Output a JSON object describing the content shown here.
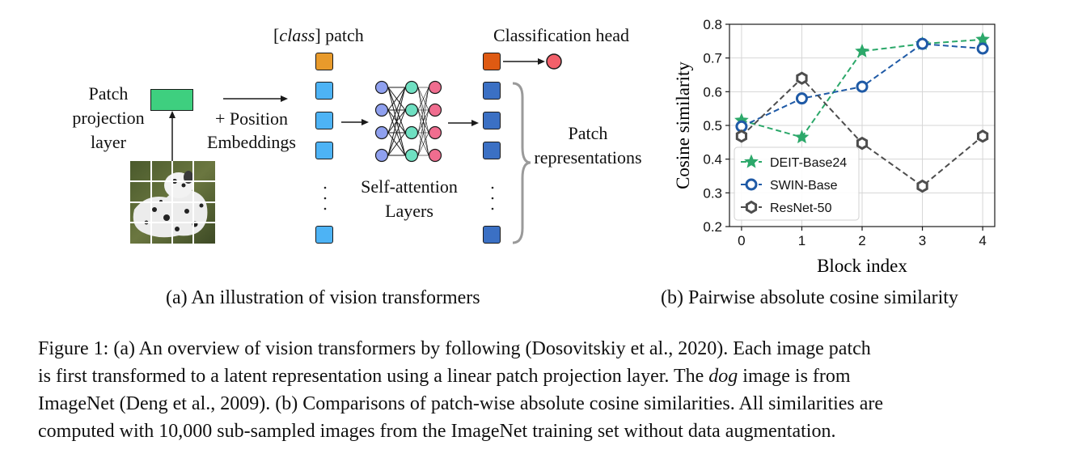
{
  "diagram": {
    "patch_projection_label": [
      "Patch",
      "projection",
      "layer"
    ],
    "position_embeddings_label": [
      "+ Position",
      "Embeddings"
    ],
    "class_patch_italic": "class",
    "class_patch_rest": "] patch",
    "class_patch_open": "[",
    "self_attention_label": [
      "Self-attention",
      "Layers"
    ],
    "classification_head_label": "Classification head",
    "patch_repr_label": [
      "Patch",
      "representations"
    ],
    "colors": {
      "projection": "#3ecf7f",
      "class_token": "#e89a2b",
      "input_patch": "#4db3f5",
      "output_patch": "#3b70c4",
      "head_token": "#de5a12",
      "head_circle": "#f2606a",
      "node_blue": "#8fa0ef",
      "node_green": "#6fe0c2",
      "node_pink": "#f06d8f"
    }
  },
  "subcaptions": {
    "a": "(a) An illustration of vision transformers",
    "b": "(b) Pairwise absolute cosine similarity"
  },
  "figure_caption": {
    "line1_a": "Figure 1: (a) An overview of vision transformers by following (Dosovitskiy et al., 2020). Each image patch",
    "line2_a": "is first transformed to a latent representation using a linear patch projection layer. The ",
    "line2_italic": "dog",
    "line2_b": " image is from",
    "line3": "ImageNet (Deng et al., 2009). (b) Comparisons of patch-wise absolute cosine similarities. All similarities are",
    "line4": "computed with 10,000 sub-sampled images from the ImageNet training set without data augmentation."
  },
  "chart_data": {
    "type": "line",
    "xlabel": "Block index",
    "ylabel": "Cosine similarity",
    "x": [
      0,
      1,
      2,
      3,
      4
    ],
    "xlim": [
      -0.2,
      4.2
    ],
    "ylim": [
      0.2,
      0.8
    ],
    "yticks": [
      "0.2",
      "0.3",
      "0.4",
      "0.5",
      "0.6",
      "0.7",
      "0.8"
    ],
    "xticks": [
      "0",
      "1",
      "2",
      "3",
      "4"
    ],
    "grid": true,
    "legend_position": "lower-left",
    "series": [
      {
        "name": "DEIT-Base24",
        "values": [
          0.515,
          0.465,
          0.72,
          0.742,
          0.755
        ],
        "color": "#2ca86a",
        "marker": "star"
      },
      {
        "name": "SWIN-Base",
        "values": [
          0.497,
          0.58,
          0.615,
          0.742,
          0.728
        ],
        "color": "#1f5aa6",
        "marker": "circle"
      },
      {
        "name": "ResNet-50",
        "values": [
          0.468,
          0.64,
          0.447,
          0.32,
          0.468
        ],
        "color": "#4d4d4d",
        "marker": "hexagon"
      }
    ]
  }
}
